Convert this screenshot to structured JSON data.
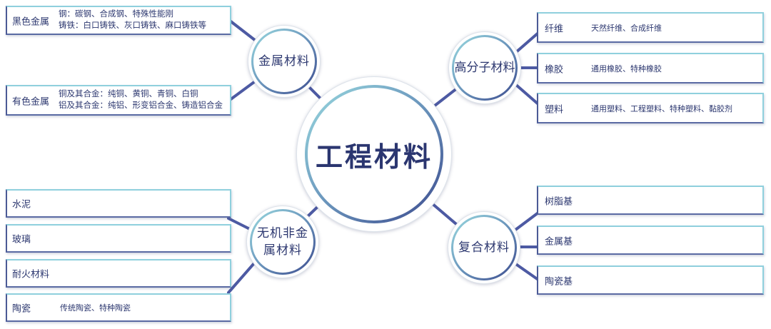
{
  "center": {
    "label": "工程材料"
  },
  "metal": {
    "label": "金属材料",
    "items": [
      {
        "name": "黑色金属",
        "lines": [
          "钢：碳钢、合成钢、特殊性能刚",
          "铸铁：白口铸铁、灰口铸铁、麻口铸铁等"
        ]
      },
      {
        "name": "有色金属",
        "lines": [
          "铜及其合金：纯铜、黄铜、青铜、白铜",
          "铝及其合金：纯铝、形变铝合金、铸造铝合金"
        ]
      }
    ]
  },
  "polymer": {
    "label": "高分子材料",
    "items": [
      {
        "name": "纤维",
        "desc": "天然纤维、合成纤维"
      },
      {
        "name": "橡胶",
        "desc": "通用橡胶、特种橡胶"
      },
      {
        "name": "塑料",
        "desc": "通用塑料、工程塑料、特种塑料、黏胶剂"
      }
    ]
  },
  "inorganic": {
    "label_lines": [
      "无机非金",
      "属材料"
    ],
    "items": [
      {
        "name": "水泥"
      },
      {
        "name": "玻璃"
      },
      {
        "name": "耐火材料"
      },
      {
        "name": "陶瓷",
        "desc": "传统陶瓷、特种陶瓷"
      }
    ]
  },
  "composite": {
    "label": "复合材料",
    "items": [
      {
        "name": "树脂基"
      },
      {
        "name": "金属基"
      },
      {
        "name": "陶瓷基"
      }
    ]
  },
  "colors": {
    "text": "#2d3870",
    "connector": "#4d5aa3",
    "ring_start": "#9adbe0",
    "ring_end": "#3b4a8e",
    "box_border": "#8fd0dd",
    "box_accent": "#4b5a96"
  }
}
